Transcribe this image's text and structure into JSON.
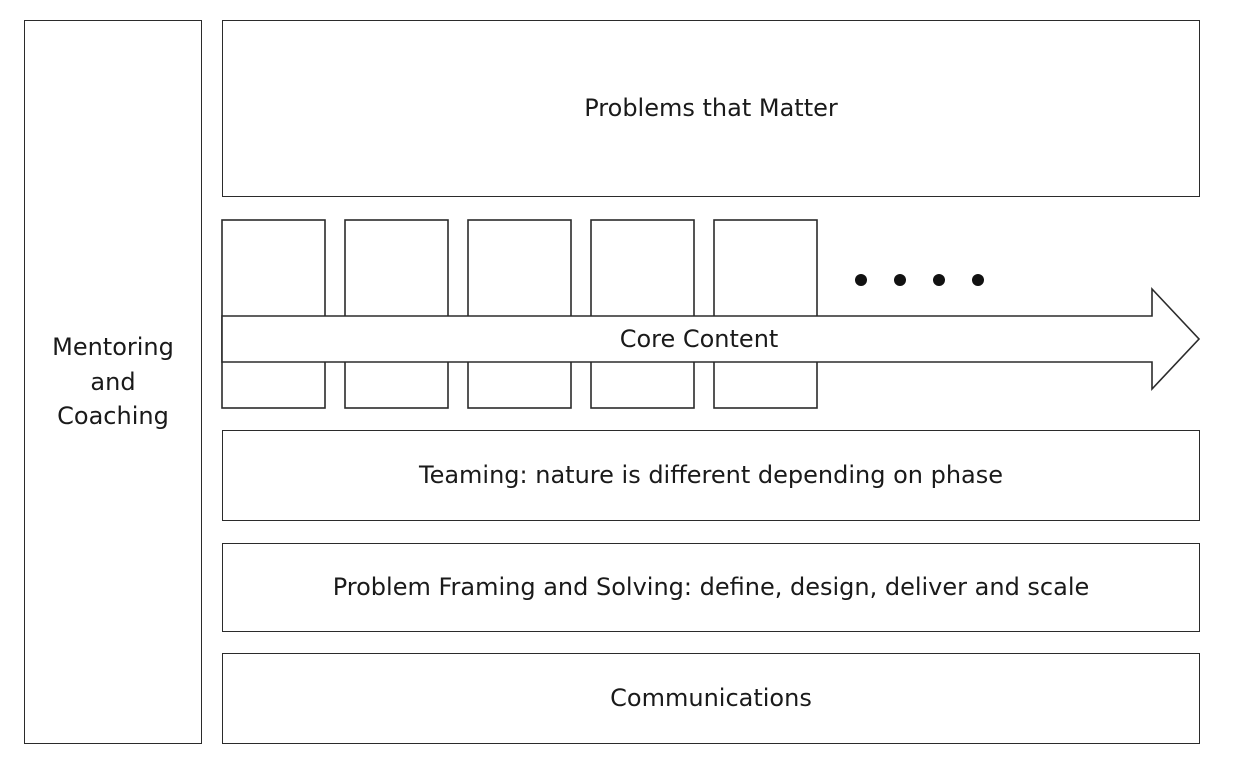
{
  "mentoring": {
    "lines": [
      "Mentoring",
      "and",
      "Coaching"
    ]
  },
  "problems": {
    "label": "Problems that Matter"
  },
  "core": {
    "label": "Core Content",
    "module_count": 5,
    "ellipsis_dots": 4
  },
  "teaming": {
    "label": "Teaming: nature is different depending on phase"
  },
  "framing": {
    "label": "Problem Framing and Solving: define, design, deliver and scale"
  },
  "communications": {
    "label": "Communications"
  },
  "colors": {
    "stroke": "#2b2b2b",
    "fill": "#ffffff",
    "dot": "#111111"
  }
}
